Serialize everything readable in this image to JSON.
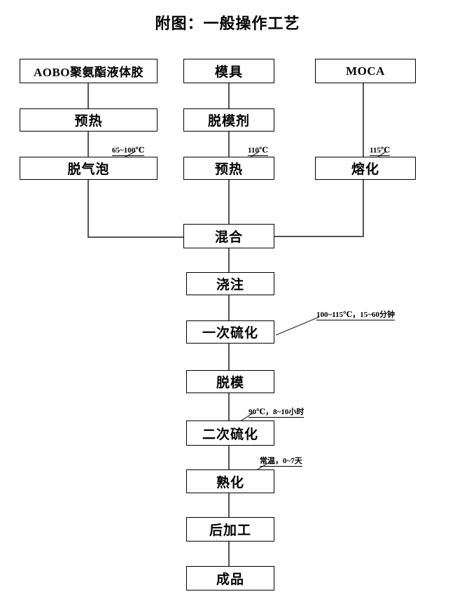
{
  "title": "附图：一般操作工艺",
  "diagram": {
    "type": "flowchart",
    "orientation": "top-to-bottom",
    "nodes": [
      {
        "id": "glue",
        "label": "AOBO聚氨酯液体胶",
        "script": "latin-mixed"
      },
      {
        "id": "mold",
        "label": "模具",
        "script": "cjk"
      },
      {
        "id": "moca",
        "label": "MOCA",
        "script": "latin"
      },
      {
        "id": "preheat1",
        "label": "预热",
        "script": "cjk"
      },
      {
        "id": "release",
        "label": "脱模剂",
        "script": "cjk"
      },
      {
        "id": "degas",
        "label": "脱气泡",
        "script": "cjk"
      },
      {
        "id": "preheat2",
        "label": "预热",
        "script": "cjk"
      },
      {
        "id": "melt",
        "label": "熔化",
        "script": "cjk"
      },
      {
        "id": "mix",
        "label": "混合",
        "script": "cjk"
      },
      {
        "id": "pour",
        "label": "浇注",
        "script": "cjk"
      },
      {
        "id": "cure1",
        "label": "一次硫化",
        "script": "cjk"
      },
      {
        "id": "demold",
        "label": "脱模",
        "script": "cjk"
      },
      {
        "id": "cure2",
        "label": "二次硫化",
        "script": "cjk"
      },
      {
        "id": "mature",
        "label": "熟化",
        "script": "cjk"
      },
      {
        "id": "postproc",
        "label": "后加工",
        "script": "cjk"
      },
      {
        "id": "product",
        "label": "成品",
        "script": "cjk"
      }
    ],
    "annotations": [
      {
        "id": "annot-degas",
        "target": "degas",
        "text": "65~100℃"
      },
      {
        "id": "annot-pre2",
        "target": "preheat2",
        "text": "110℃"
      },
      {
        "id": "annot-melt",
        "target": "melt",
        "text": "115℃"
      },
      {
        "id": "annot-cure1",
        "target": "cure1",
        "text": "100~115℃，15~60分钟"
      },
      {
        "id": "annot-cure2",
        "target": "cure2",
        "text": "90℃，8~10小时"
      },
      {
        "id": "annot-mature",
        "target": "mature",
        "text": "常温，0~7天"
      }
    ],
    "edges": [
      {
        "from": "glue",
        "to": "preheat1"
      },
      {
        "from": "preheat1",
        "to": "degas"
      },
      {
        "from": "degas",
        "to": "mix"
      },
      {
        "from": "mold",
        "to": "release"
      },
      {
        "from": "release",
        "to": "preheat2"
      },
      {
        "from": "preheat2",
        "to": "mix"
      },
      {
        "from": "moca",
        "to": "melt"
      },
      {
        "from": "melt",
        "to": "mix"
      },
      {
        "from": "mix",
        "to": "pour"
      },
      {
        "from": "pour",
        "to": "cure1"
      },
      {
        "from": "cure1",
        "to": "demold"
      },
      {
        "from": "demold",
        "to": "cure2"
      },
      {
        "from": "cure2",
        "to": "mature"
      },
      {
        "from": "mature",
        "to": "postproc"
      },
      {
        "from": "postproc",
        "to": "product"
      }
    ]
  },
  "colors": {
    "box_border": "#000000",
    "connector": "#555555",
    "text": "#000000",
    "background": "#ffffff"
  }
}
